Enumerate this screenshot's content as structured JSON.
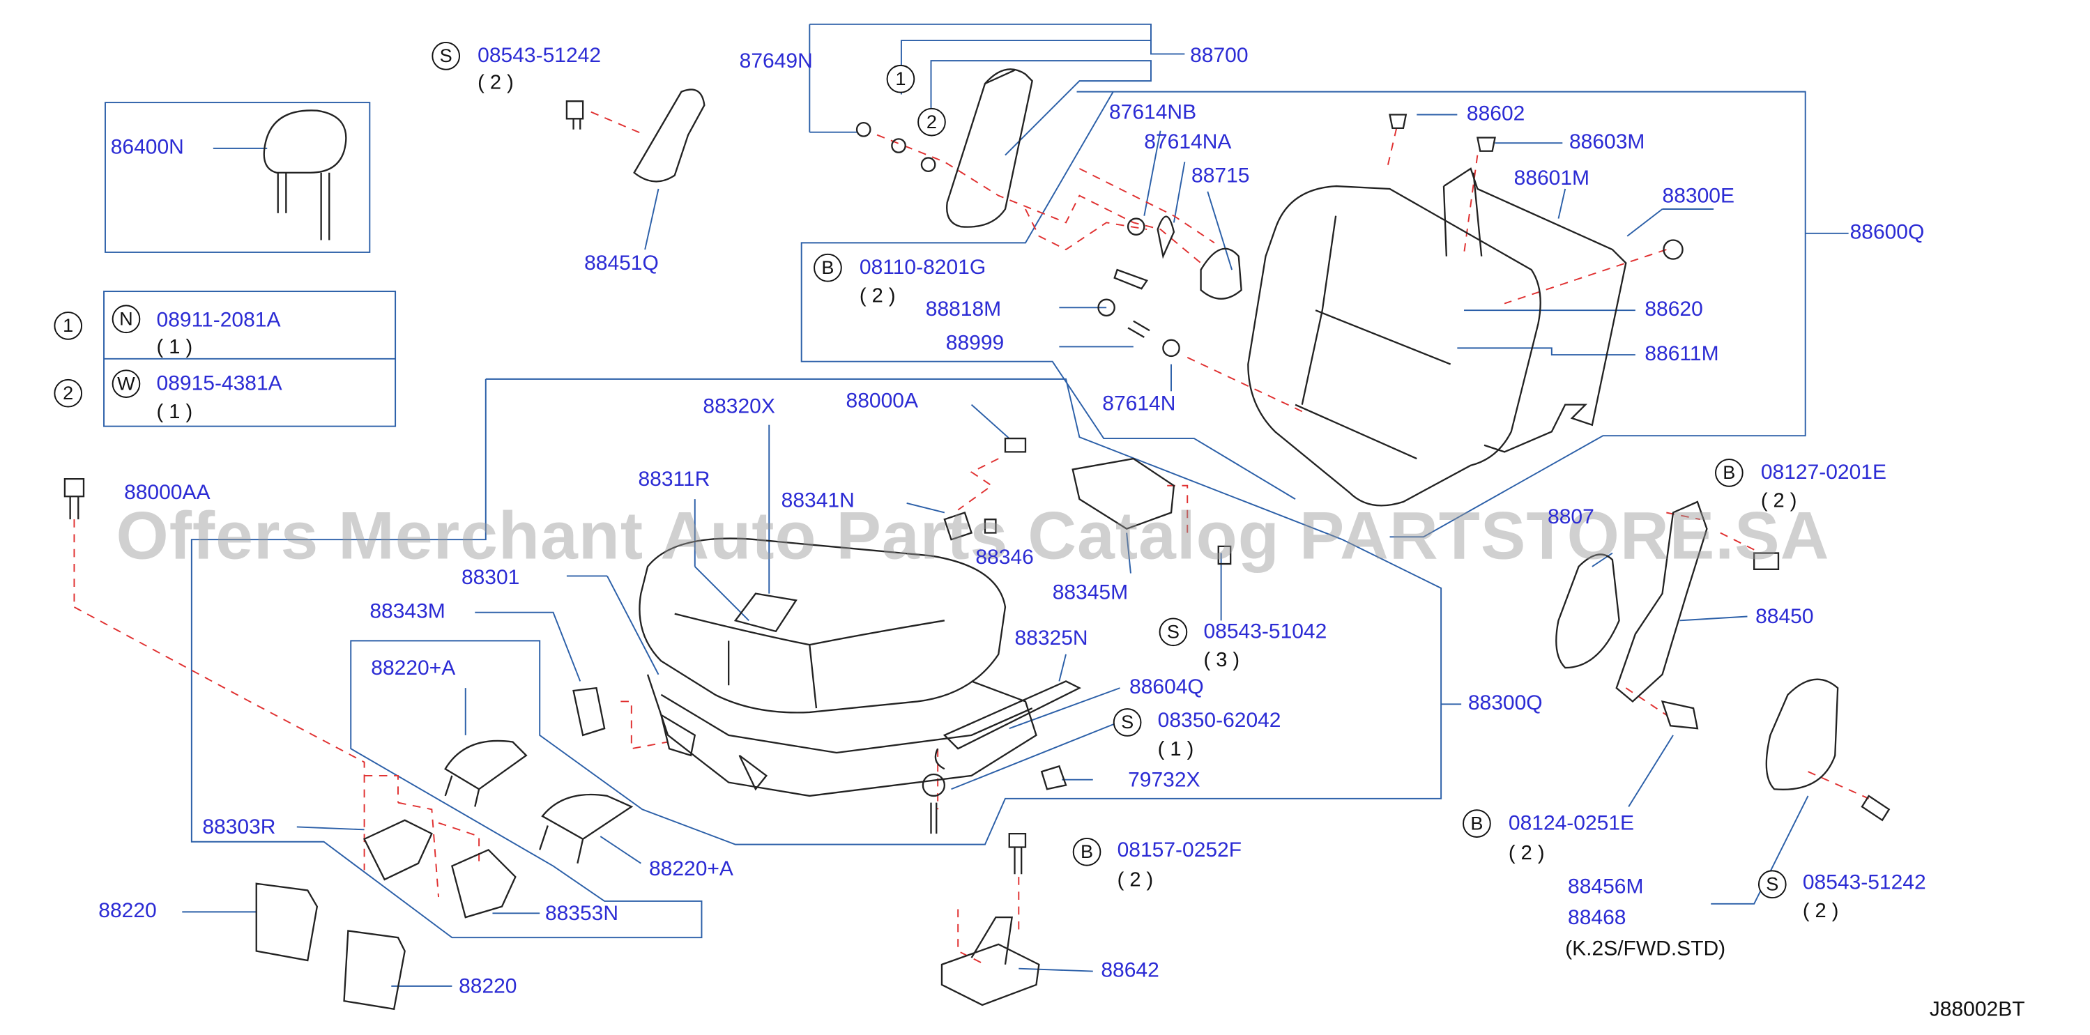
{
  "diagram": {
    "watermark": "Offers Merchant Auto Parts Catalog PARTSTORE.SA",
    "diagram_code": "J88002BT",
    "variant_note": "(K.2S/FWD.STD)",
    "parts": {
      "p86400N": "86400N",
      "p87649N": "87649N",
      "p88700": "88700",
      "p88451Q": "88451Q",
      "p87614NB": "87614NB",
      "p87614NA": "87614NA",
      "p88715": "88715",
      "p88602": "88602",
      "p88603M": "88603M",
      "p88601M": "88601M",
      "p88300E": "88300E",
      "p88600Q": "88600Q",
      "p88818M": "88818M",
      "p88999": "88999",
      "p88620": "88620",
      "p88611M": "88611M",
      "p87614N": "87614N",
      "p88320X": "88320X",
      "p88000A": "88000A",
      "p88000AA": "88000AA",
      "p88311R": "88311R",
      "p88341N": "88341N",
      "p88346": "88346",
      "p88345M": "88345M",
      "p88301": "88301",
      "p88343M": "88343M",
      "p88325N": "88325N",
      "p88220A_1": "88220+A",
      "p88604Q": "88604Q",
      "p88300Q": "88300Q",
      "p79732X": "79732X",
      "p88303R": "88303R",
      "p88220A_2": "88220+A",
      "p88220_1": "88220",
      "p88353N": "88353N",
      "p88220_2": "88220",
      "p88642": "88642",
      "p8807": "8807",
      "p88450": "88450",
      "p88456M": "88456M",
      "p88468": "88468"
    },
    "fasteners": {
      "f1": {
        "marker": "S",
        "code": "08543-51242",
        "qty": "( 2 )"
      },
      "f2": {
        "marker": "B",
        "code": "08110-8201G",
        "qty": "( 2 )"
      },
      "f3": {
        "marker": "S",
        "code": "08543-51042",
        "qty": "( 3 )"
      },
      "f4": {
        "marker": "S",
        "code": "08350-62042",
        "qty": "( 1 )"
      },
      "f5": {
        "marker": "B",
        "code": "08157-0252F",
        "qty": "( 2 )"
      },
      "f6": {
        "marker": "B",
        "code": "08127-0201E",
        "qty": "( 2 )"
      },
      "f7": {
        "marker": "B",
        "code": "08124-0251E",
        "qty": "( 2 )"
      },
      "f8": {
        "marker": "S",
        "code": "08543-51242",
        "qty": "( 2 )"
      }
    },
    "legend": {
      "row1": {
        "index": "1",
        "marker": "N",
        "code": "08911-2081A",
        "qty": "( 1 )"
      },
      "row2": {
        "index": "2",
        "marker": "W",
        "code": "08915-4381A",
        "qty": "( 1 )"
      }
    },
    "callouts": {
      "c1": "1",
      "c2": "2"
    },
    "colors": {
      "label": "#2b2bd4",
      "leader": "#2b5fa8",
      "dashed": "#e03030",
      "drawing": "#222222"
    }
  }
}
